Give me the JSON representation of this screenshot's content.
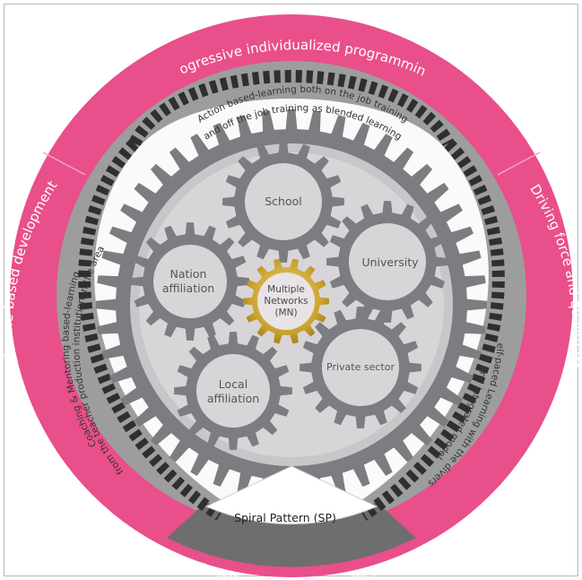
{
  "outer_ring": {
    "top_label": "Progressive individualized programming",
    "left_label": "Students’ outcome-based development",
    "right_label": "Driving force and quality from within",
    "bottom_label": "Individual based-Development (ID)"
  },
  "chain_notes": {
    "top_line1": "Action based-learning both on the job training",
    "top_line2": "and off the job training as blended learning",
    "left_line1": "Coaching & Mentoring based-learning",
    "left_line2": "from the teacher production institution in the area",
    "right_line1": "Self-paced Learning with the diverse",
    "right_line2": "and integrated model"
  },
  "gears": {
    "school": "School",
    "university": "University",
    "nation_line1": "Nation",
    "nation_line2": "affiliation",
    "local_line1": "Local",
    "local_line2": "affiliation",
    "private": "Private sector"
  },
  "hub": {
    "line1": "Multiple",
    "line2": "Networks",
    "line3": "(MN)"
  },
  "spiral": {
    "label": "Spiral Pattern (SP)"
  },
  "colors": {
    "pink": "#e94f8a",
    "gray_band": "#9d9d9d",
    "dark_band": "#6e6e6e",
    "gear": "#7b7d80",
    "gear_fill": "#c9c6c9",
    "gold": "#c9a22c",
    "chain": "#2f2f2f",
    "inner_bg": "#d8d5d8"
  }
}
